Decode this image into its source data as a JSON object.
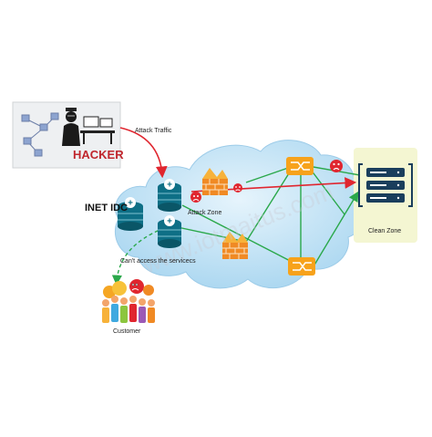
{
  "labels": {
    "hacker": "HACKER",
    "attack_traffic": "Attack Traffic",
    "inet_idc": "INET IDC",
    "attack_zone": "Attack Zone",
    "cannot_access": "Can't access the servicecs",
    "customer": "Customer",
    "clean_zone": "Clean Zone"
  },
  "icons": {
    "hacker": "hacker-silhouette-icon",
    "server": "server-stack-icon",
    "firewall": "firewall-brick-icon",
    "router": "router-switch-icon",
    "angry_face": "angry-face-icon",
    "clean_server": "clean-server-icon",
    "customers": "customer-group-icon"
  },
  "colors": {
    "attack": "#e0262f",
    "cloud": "#bfe1f5",
    "network_line": "#2aa84a",
    "clean_zone_bg": "#f4f6d2",
    "router": "#f7a21b",
    "firewall": "#f08a24",
    "server": "#0e6f86",
    "hacker_text": "#c0262d"
  }
}
